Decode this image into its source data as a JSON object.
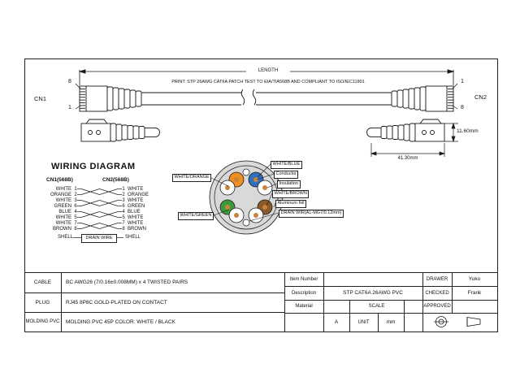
{
  "assembly": {
    "length_label": "LENGTH",
    "print_text": "PRINT: STP 26AWG CAT6A PATCH TEST TO EIA/TIA568B AND COMPLIANT TO ISO/IEC11801",
    "cn1_label": "CN1",
    "cn2_label": "CN2",
    "pin_left_top": "8",
    "pin_left_bottom": "1",
    "pin_right_top": "1",
    "pin_right_bottom": "8",
    "dim_width": "41.30mm",
    "dim_height": "11.60mm"
  },
  "wiring": {
    "title": "WIRING DIAGRAM",
    "cn1_header": "CN1(568B)",
    "cn2_header": "CN2(568B)",
    "rows": [
      {
        "left_color": "WHITE",
        "left_pin": "1",
        "right_pin": "1",
        "right_color": "WHITE"
      },
      {
        "left_color": "ORANGE",
        "left_pin": "2",
        "right_pin": "2",
        "right_color": "ORANGE"
      },
      {
        "left_color": "WHITE",
        "left_pin": "3",
        "right_pin": "3",
        "right_color": "WHITE"
      },
      {
        "left_color": "GREEN",
        "left_pin": "6",
        "right_pin": "6",
        "right_color": "GREEN"
      },
      {
        "left_color": "BLUE",
        "left_pin": "4",
        "right_pin": "4",
        "right_color": "BLUE"
      },
      {
        "left_color": "WHITE",
        "left_pin": "5",
        "right_pin": "5",
        "right_color": "WHITE"
      },
      {
        "left_color": "WHITE",
        "left_pin": "7",
        "right_pin": "7",
        "right_color": "WHITE"
      },
      {
        "left_color": "BROWN",
        "left_pin": "8",
        "right_pin": "8",
        "right_color": "BROWN"
      }
    ],
    "shell_left": "SHELL",
    "shell_right": "SHELL",
    "drain_wire_label": "DRAIN WIRE"
  },
  "cross_section": {
    "labels": {
      "white_orange": "WHITE/ORANGE",
      "white_blue": "WHITE/BLUE",
      "conductor": "Conductor",
      "insulation": "Insulation",
      "white_brown": "WHITE/BROWN",
      "aluminum_foil": "Aluminum foil",
      "drain_wire": "DRAIN WIR(AL-MG7/0.12mm)",
      "white_green": "WHITE/GREEN"
    },
    "colors": {
      "jacket": "#d9d9d9",
      "orange": "#ef8f1f",
      "blue": "#2f6fbe",
      "green": "#3d9b3d",
      "brown": "#8a5a2a",
      "conductor": "#c8833c",
      "white_insulation": "#ffffff"
    }
  },
  "title_block": {
    "rows": [
      {
        "label": "CABLE",
        "value": "BC AWG26 (7/0.16±0.008MM) x 4 TWISTED PAIRS"
      },
      {
        "label": "PLUG",
        "value": "RJ45 8P8C GOLD-PLATED ON CONTACT"
      },
      {
        "label": "MOLDING PVC",
        "value": "MOLDING PVC 45P COLOR: WHITE / BLACK"
      }
    ],
    "item_number_label": "Item Number",
    "item_number_value": "",
    "description_label": "Description",
    "description_value": "STP CAT6A 26AWG PVC",
    "material_label": "Material",
    "material_value": "",
    "scale_label": "SCALE",
    "scale_value": "A",
    "unit_label": "UNIT",
    "unit_value": "mm",
    "drawer_label": "DRAWER",
    "drawer_value": "Yuko",
    "checked_label": "CHECKED",
    "checked_value": "Frank",
    "approved_label": "APPROVED",
    "approved_value": ""
  }
}
